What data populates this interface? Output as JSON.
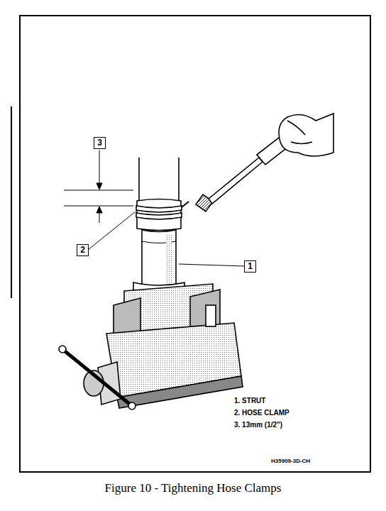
{
  "diagram": {
    "caption": "Figure 10 - Tightening Hose Clamps",
    "labels": [
      "3",
      "2",
      "1",
      "1. STRUT",
      "2. HOSE CLAMP",
      "3. 13mm (1/2\")",
      "H35909-3D-CH"
    ]
  }
}
